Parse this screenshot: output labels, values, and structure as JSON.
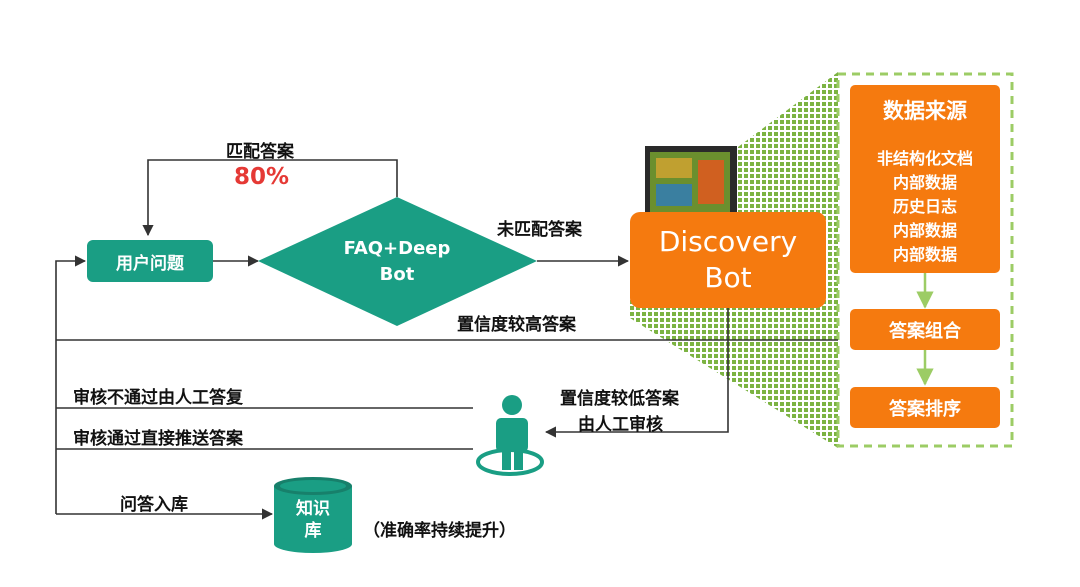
{
  "colors": {
    "green": "#1a9e84",
    "orange": "#f57a0f",
    "light_green": "#9ccc65",
    "red": "#e53935",
    "line": "#333333"
  },
  "flow": {
    "user_question": "用户问题",
    "faq_bot": [
      "FAQ+Deep",
      "Bot"
    ],
    "match_label": "匹配答案",
    "match_rate": "80%",
    "unmatched_label": "未匹配答案",
    "discovery_bot": [
      "Discovery",
      "Bot"
    ],
    "high_conf_label": "置信度较高答案",
    "low_conf_label": [
      "置信度较低答案",
      "由人工审核"
    ],
    "review_fail_label": "审核不通过由人工答复",
    "review_pass_label": "审核通过直接推送答案",
    "qa_store_label": "问答入库",
    "knowledge_base": [
      "知识",
      "库"
    ],
    "accuracy_note": "（准确率持续提升）"
  },
  "panel": {
    "source_title": "数据来源",
    "sources": [
      "非结构化文档",
      "内部数据",
      "历史日志",
      "内部数据",
      "内部数据"
    ],
    "combine": "答案组合",
    "rank": "答案排序"
  },
  "icons": [
    "person-reviewer-icon",
    "database-cylinder-icon"
  ]
}
